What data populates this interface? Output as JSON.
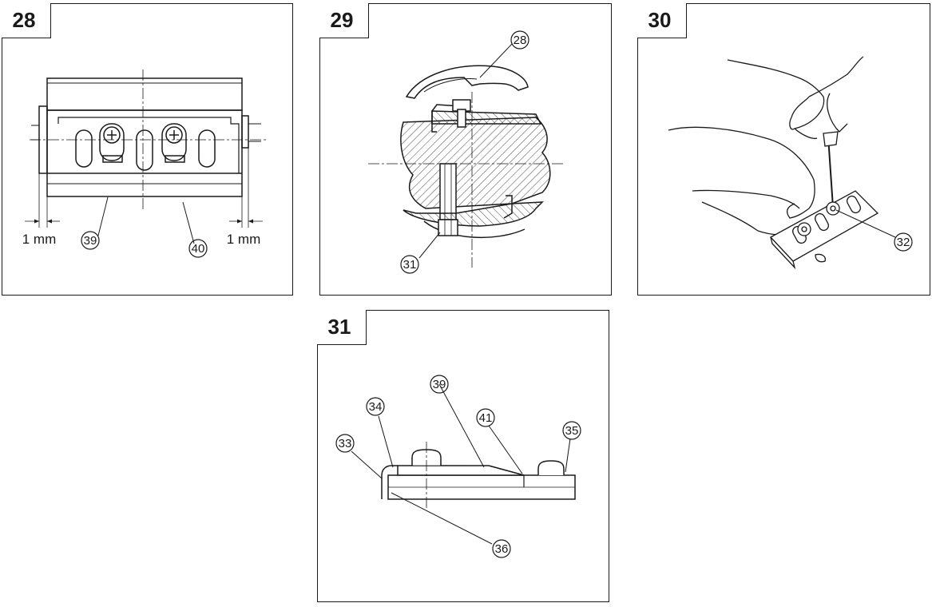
{
  "panels": {
    "p28": {
      "number": "28",
      "callouts": {
        "c39": "39",
        "c40": "40"
      },
      "dims": {
        "left": "1 mm",
        "right": "1 mm"
      }
    },
    "p29": {
      "number": "29",
      "callouts": {
        "c28": "28",
        "c31": "31"
      }
    },
    "p30": {
      "number": "30",
      "callouts": {
        "c32": "32"
      }
    },
    "p31": {
      "number": "31",
      "callouts": {
        "c39": "39",
        "c34": "34",
        "c41": "41",
        "c33": "33",
        "c35": "35",
        "c36": "36"
      }
    }
  }
}
